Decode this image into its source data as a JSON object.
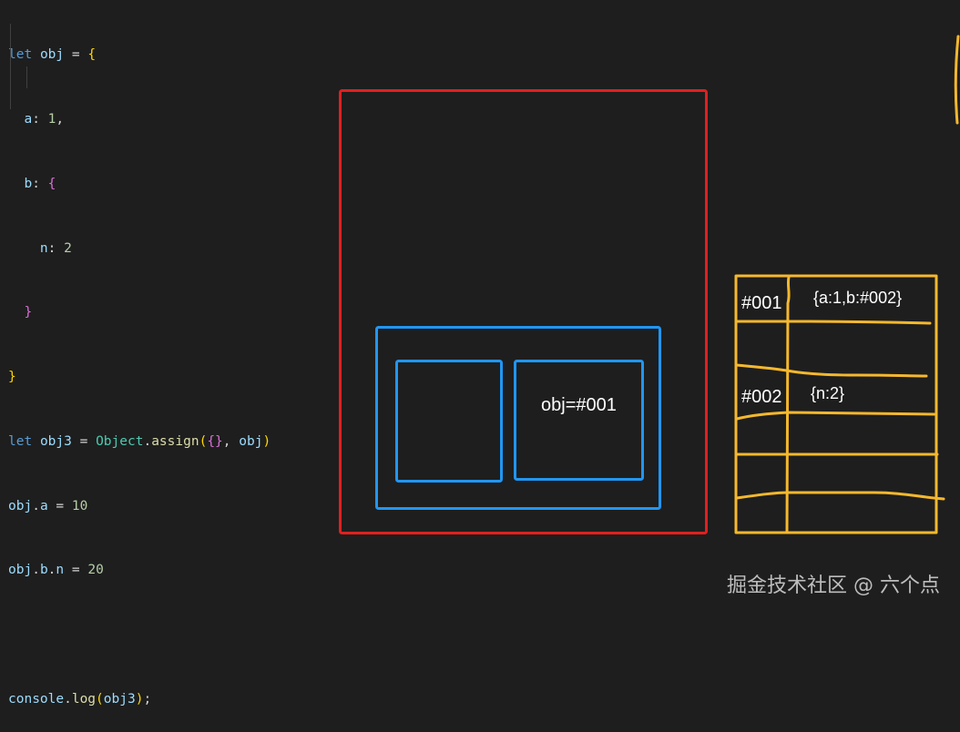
{
  "code": {
    "line1": {
      "kw": "let",
      "var": "obj",
      "op": " = ",
      "brace": "{"
    },
    "line2": {
      "key": "a",
      "colon": ": ",
      "num": "1",
      "comma": ","
    },
    "line3": {
      "key": "b",
      "colon": ": ",
      "brace": "{"
    },
    "line4": {
      "key": "n",
      "colon": ": ",
      "num": "2"
    },
    "line5": {
      "brace": "}"
    },
    "line6": {
      "brace": "}"
    },
    "line7": {
      "kw": "let",
      "var": "obj3",
      "op": " = ",
      "cls": "Object",
      "dot": ".",
      "fn": "assign",
      "p1": "(",
      "inner": "{}",
      "comma": ", ",
      "arg": "obj",
      "p2": ")"
    },
    "line8": {
      "var": "obj",
      "dot": ".",
      "prop": "a",
      "op": " = ",
      "num": "10"
    },
    "line9": {
      "var": "obj",
      "dot1": ".",
      "prop1": "b",
      "dot2": ".",
      "prop2": "n",
      "op": " = ",
      "num": "20"
    },
    "line11": {
      "var": "console",
      "dot": ".",
      "fn": "log",
      "p1": "(",
      "arg": "obj3",
      "p2": ")",
      "semi": ";"
    }
  },
  "diagram": {
    "stack_cell_label": "obj=#001",
    "heap_rows": [
      {
        "address": "#001",
        "value": "{a:1,b:#002}"
      },
      {
        "address": "#002",
        "value": "{n:2}"
      }
    ],
    "colors": {
      "stack_frame": "#e02020",
      "stack_cells": "#2196f3",
      "heap": "#f5b82e"
    }
  },
  "watermark": "掘金技术社区 @ 六个点"
}
